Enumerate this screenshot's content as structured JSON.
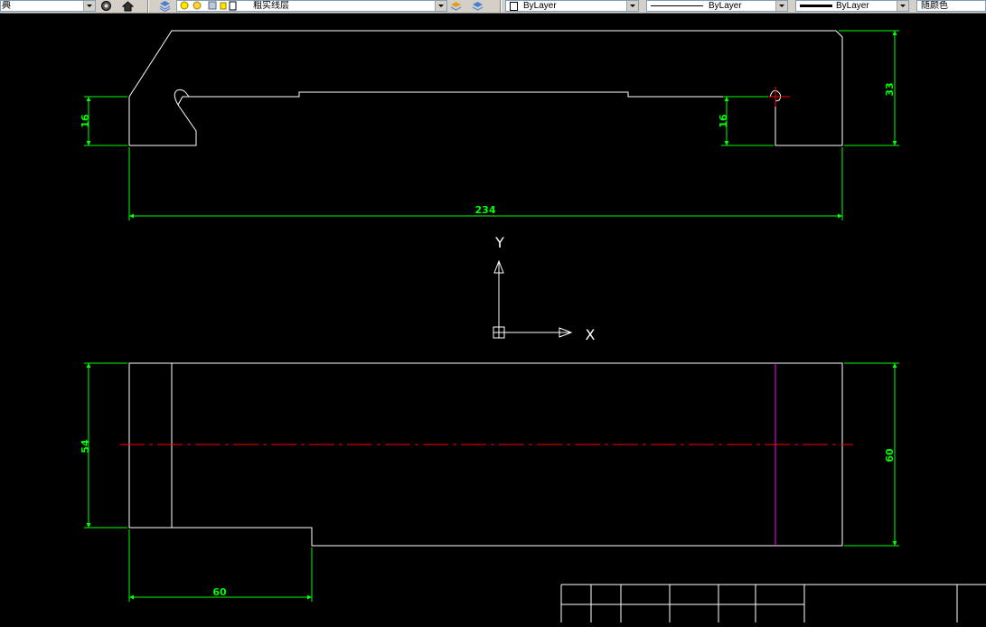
{
  "toolbar": {
    "style_name": "典",
    "layer_name": "粗实线层",
    "color": "ByLayer",
    "linetype": "ByLayer",
    "lineweight": "ByLayer",
    "plot_style": "随颜色"
  },
  "drawing": {
    "dims": {
      "top_left_height": "16",
      "top_right_height": "16",
      "top_total_height": "33",
      "top_width": "234",
      "bottom_left_height": "54",
      "bottom_right_height": "60",
      "bottom_step_width": "60"
    },
    "ucs": {
      "x_label": "X",
      "y_label": "Y"
    }
  },
  "colors": {
    "background": "#000000",
    "geometry": "#ffffff",
    "dimension": "#00ff00",
    "centerline": "#ff0000",
    "magenta_line": "#ff00ff"
  }
}
